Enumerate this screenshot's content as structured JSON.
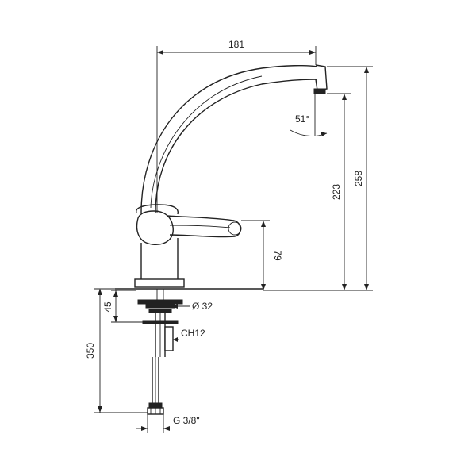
{
  "dimensions": {
    "spout_reach": "181",
    "total_height": "258",
    "spout_outlet_height": "223",
    "lever_height": "79",
    "swivel_angle": "51°",
    "base_diameter": "Ø 32",
    "mount_thickness": "45",
    "wrench_size": "CH12",
    "hose_length": "350",
    "hose_thread": "G 3/8\""
  }
}
